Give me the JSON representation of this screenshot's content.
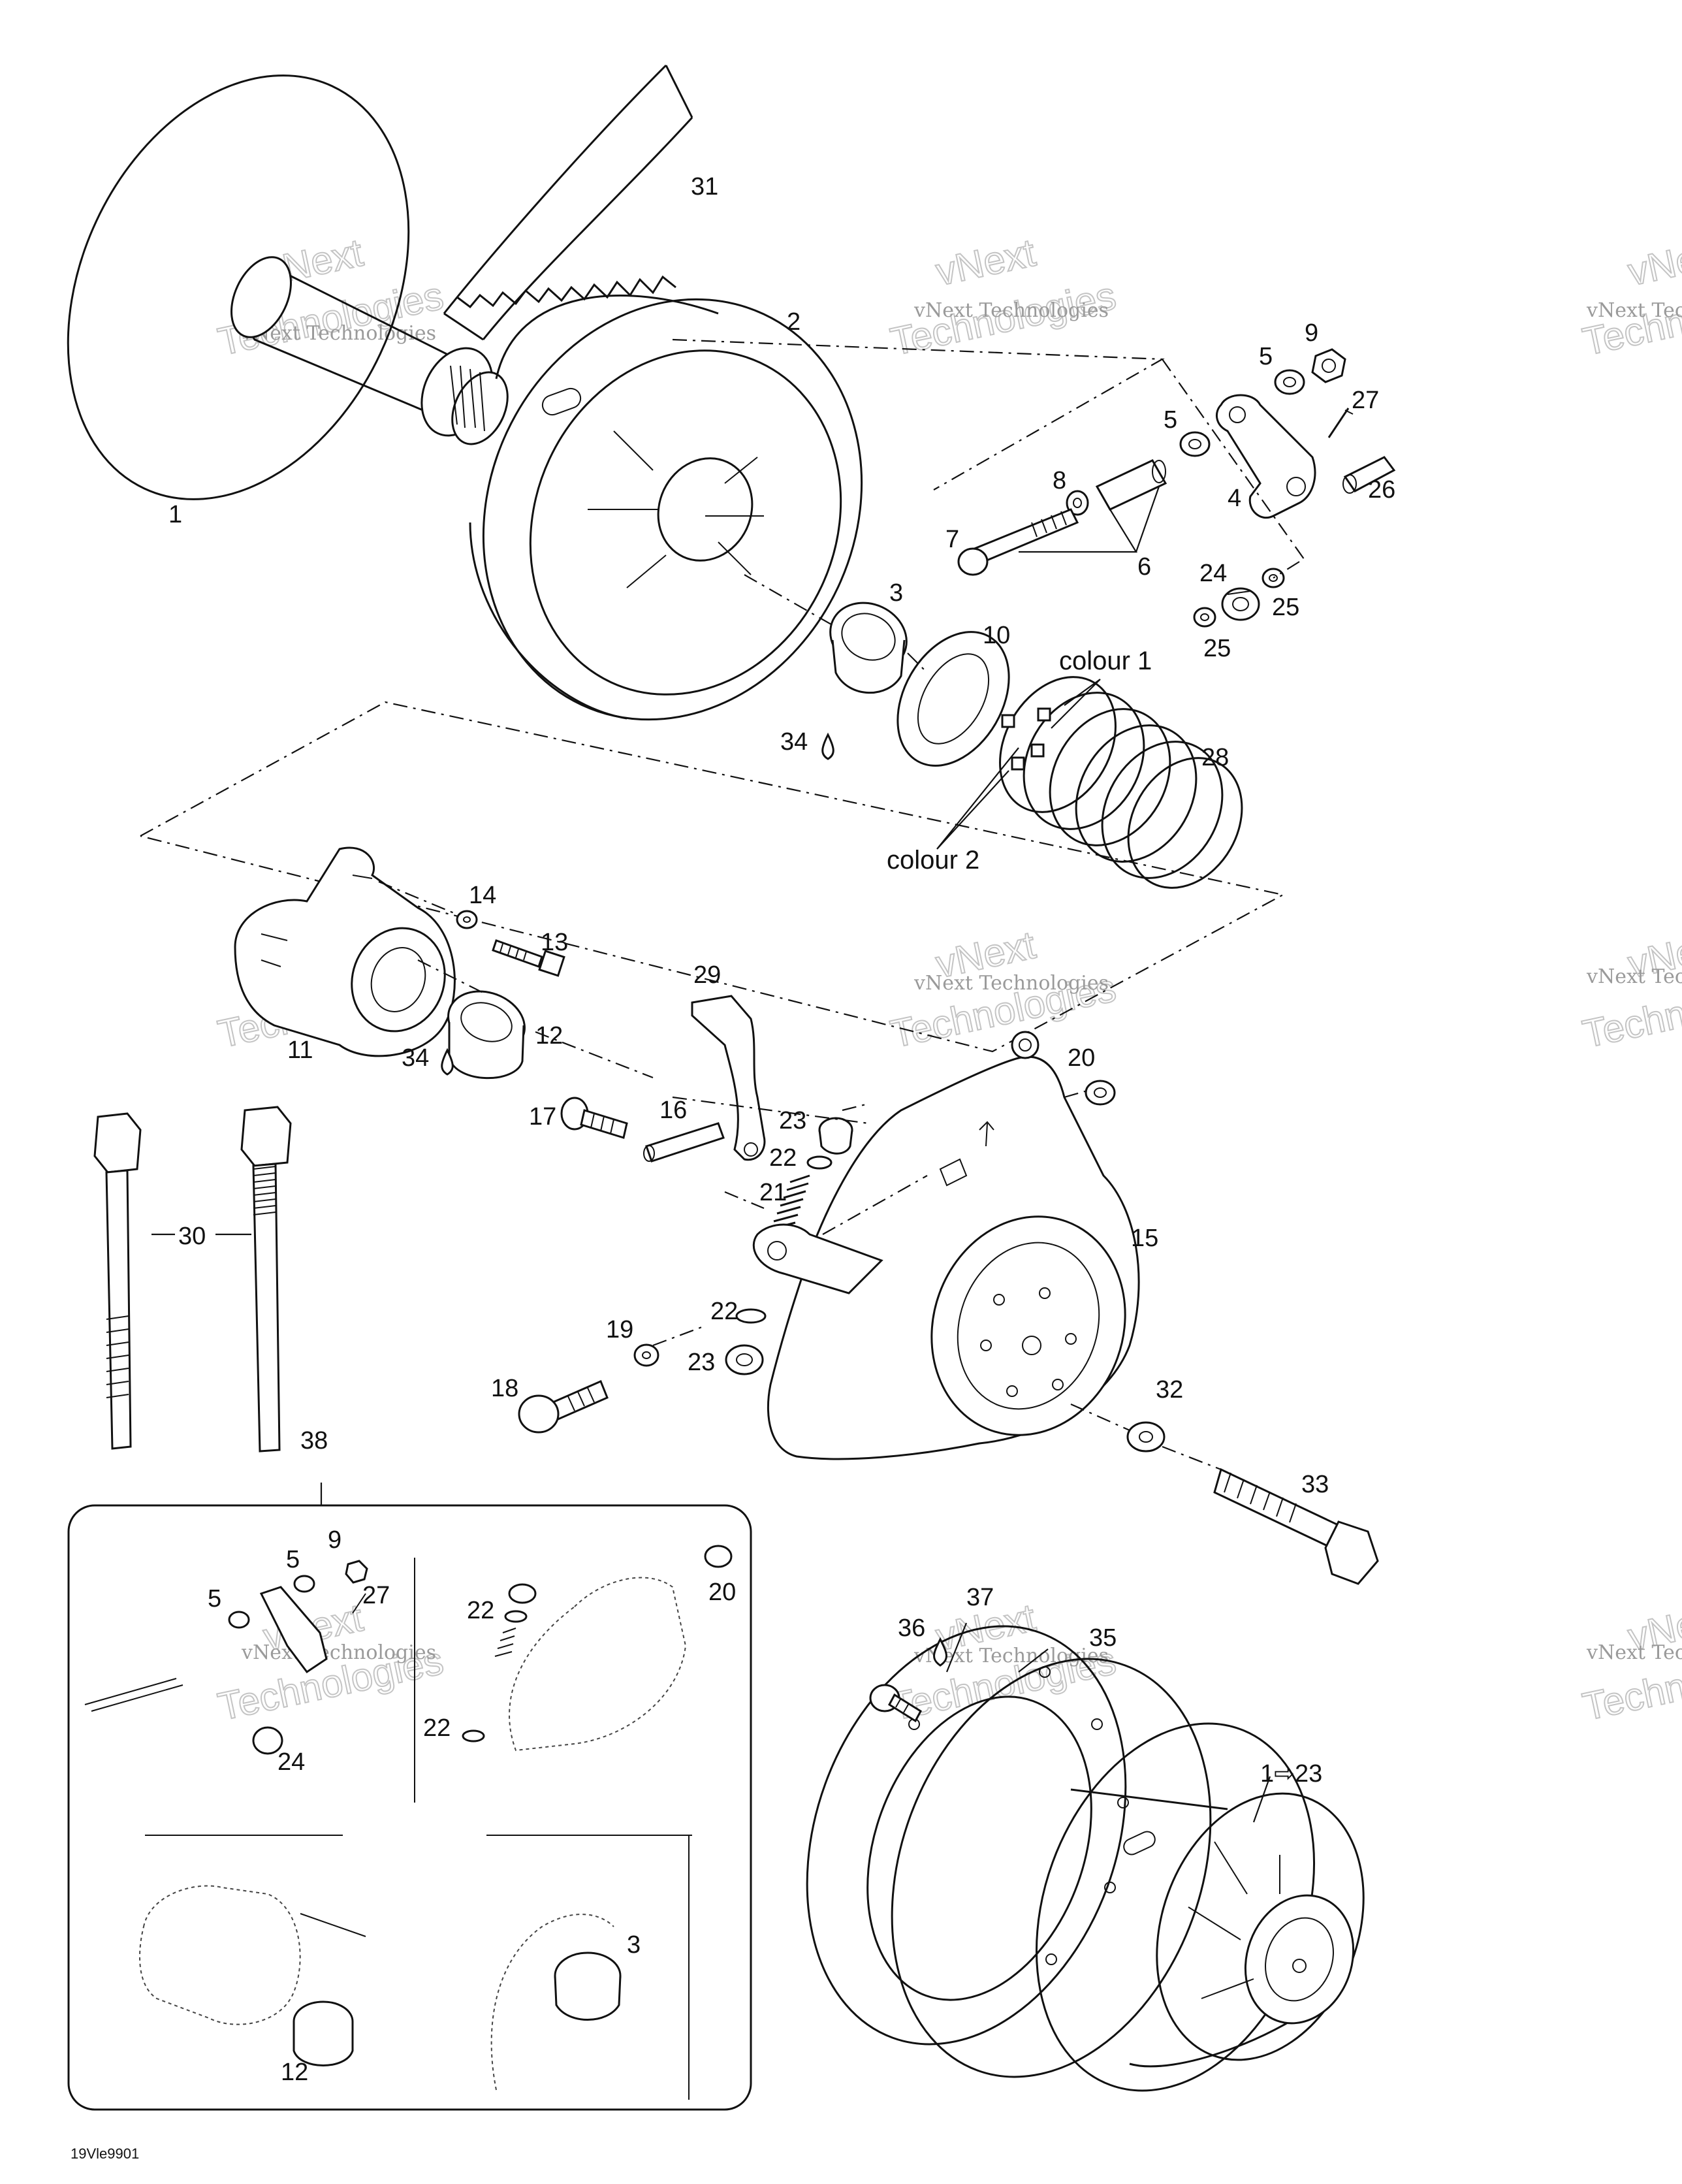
{
  "callouts": [
    {
      "id": "c1",
      "text": "1"
    },
    {
      "id": "c2",
      "text": "2"
    },
    {
      "id": "c3",
      "text": "3"
    },
    {
      "id": "c4",
      "text": "4"
    },
    {
      "id": "c5a",
      "text": "5"
    },
    {
      "id": "c5b",
      "text": "5"
    },
    {
      "id": "c6",
      "text": "6"
    },
    {
      "id": "c7",
      "text": "7"
    },
    {
      "id": "c8",
      "text": "8"
    },
    {
      "id": "c9",
      "text": "9"
    },
    {
      "id": "c10",
      "text": "10"
    },
    {
      "id": "c11",
      "text": "11"
    },
    {
      "id": "c12",
      "text": "12"
    },
    {
      "id": "c13",
      "text": "13"
    },
    {
      "id": "c14",
      "text": "14"
    },
    {
      "id": "c15",
      "text": "15"
    },
    {
      "id": "c16",
      "text": "16"
    },
    {
      "id": "c17",
      "text": "17"
    },
    {
      "id": "c18",
      "text": "18"
    },
    {
      "id": "c19",
      "text": "19"
    },
    {
      "id": "c20",
      "text": "20"
    },
    {
      "id": "c21",
      "text": "21"
    },
    {
      "id": "c22a",
      "text": "22"
    },
    {
      "id": "c22b",
      "text": "22"
    },
    {
      "id": "c23a",
      "text": "23"
    },
    {
      "id": "c23b",
      "text": "23"
    },
    {
      "id": "c24",
      "text": "24"
    },
    {
      "id": "c25a",
      "text": "25"
    },
    {
      "id": "c25b",
      "text": "25"
    },
    {
      "id": "c26",
      "text": "26"
    },
    {
      "id": "c27",
      "text": "27"
    },
    {
      "id": "c28",
      "text": "28"
    },
    {
      "id": "c29",
      "text": "29"
    },
    {
      "id": "c30",
      "text": "30"
    },
    {
      "id": "c31",
      "text": "31"
    },
    {
      "id": "c32",
      "text": "32"
    },
    {
      "id": "c33",
      "text": "33"
    },
    {
      "id": "c34a",
      "text": "34"
    },
    {
      "id": "c34b",
      "text": "34"
    },
    {
      "id": "c35",
      "text": "35"
    },
    {
      "id": "c36",
      "text": "36"
    },
    {
      "id": "c37",
      "text": "37"
    },
    {
      "id": "c38",
      "text": "38"
    },
    {
      "id": "k5a",
      "text": "5"
    },
    {
      "id": "k5b",
      "text": "5"
    },
    {
      "id": "k9",
      "text": "9"
    },
    {
      "id": "k27",
      "text": "27"
    },
    {
      "id": "k24",
      "text": "24"
    },
    {
      "id": "k22a",
      "text": "22"
    },
    {
      "id": "k22b",
      "text": "22"
    },
    {
      "id": "k20",
      "text": "20"
    },
    {
      "id": "k12",
      "text": "12"
    },
    {
      "id": "k3",
      "text": "3"
    },
    {
      "id": "c1to23",
      "text": "1⇨23"
    }
  ],
  "notes": {
    "colour_1": "colour 1",
    "colour_2": "colour 2",
    "figure_id": "19Vle9901"
  },
  "watermark": {
    "line1": "vNext",
    "line2": "vNext Technologies",
    "line3": "Technologies"
  },
  "icons": {
    "lubricant": "oil-drop-icon",
    "arrow": "direction-arrow-icon"
  },
  "colors": {
    "ink": "#111111",
    "watermark": "#9a9a9a"
  }
}
